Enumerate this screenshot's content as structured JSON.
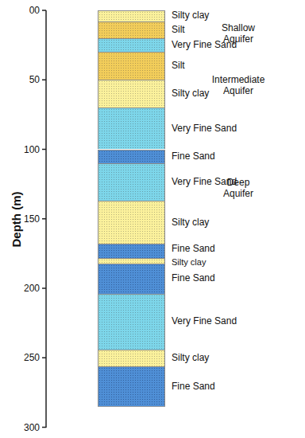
{
  "diagram": {
    "nodes": [
      {
        "text": [
          "Silty clay"
        ]
      },
      {
        "text": [
          "Silt"
        ]
      },
      {
        "text": [
          "Very Fine Sand"
        ]
      },
      {
        "text": [
          "Silt"
        ]
      },
      {
        "text": [
          "Silty clay"
        ]
      },
      {
        "text": [
          "Very Fine Sand"
        ]
      },
      {
        "text": [
          "Fine Sand"
        ]
      },
      {
        "text": [
          "Very Fine Sand"
        ]
      },
      {
        "text": [
          "Silty clay"
        ]
      },
      {
        "text": [
          "Fine Sand"
        ]
      },
      {
        "text": [
          "Silty clay"
        ]
      },
      {
        "text": [
          "Fine Sand"
        ]
      },
      {
        "text": [
          "Very Fine Sand"
        ]
      },
      {
        "text": [
          "Silty clay"
        ]
      },
      {
        "text": [
          "Fine Sand"
        ]
      }
    ],
    "labels": [
      "Shallow Aquifer",
      "Intermediate Aquifer",
      "Deep Aquifer",
      "Depth (m)",
      "00",
      "50",
      "100",
      "150",
      "200",
      "250",
      "300"
    ]
  }
}
